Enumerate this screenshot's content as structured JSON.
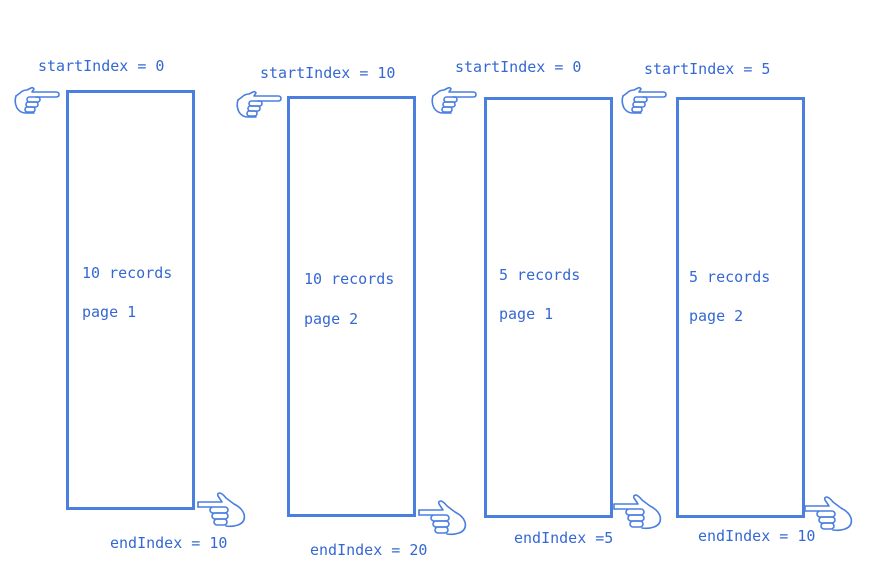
{
  "colors": {
    "accent": "#4a7fe0",
    "text": "#3568d4"
  },
  "columns": [
    {
      "start_label": "startIndex = 0",
      "end_label": "endIndex = 10",
      "records": "10 records",
      "page": "page 1"
    },
    {
      "start_label": "startIndex = 10",
      "end_label": "endIndex = 20",
      "records": "10 records",
      "page": "page 2"
    },
    {
      "start_label": "startIndex = 0",
      "end_label": "endIndex =5",
      "records": "5 records",
      "page": "page 1"
    },
    {
      "start_label": "startIndex = 5",
      "end_label": "endIndex = 10",
      "records": "5 records",
      "page": "page 2"
    }
  ],
  "icons": {
    "start": "pointing-hand-right-icon",
    "end": "pointing-hand-right-icon"
  }
}
